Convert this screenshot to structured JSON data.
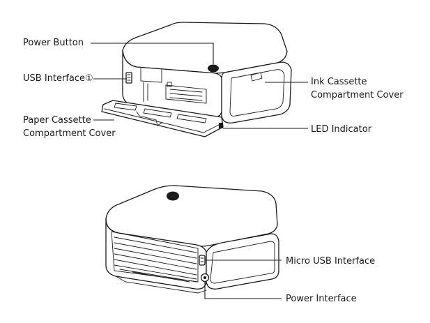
{
  "labels": {
    "power_button": "Power Button",
    "usb_interface": "USB Interface①",
    "paper_cassette_line1": "Paper Cassette",
    "paper_cassette_line2": "Compartment Cover",
    "ink_cassette_line1": "Ink Cassette",
    "ink_cassette_line2": "Compartment Cover",
    "led_indicator": "LED Indicator",
    "micro_usb_interface": "Micro USB Interface",
    "power_interface": "Power Interface"
  },
  "colors": {
    "line": "#1a1a1a",
    "background": "#ffffff"
  }
}
